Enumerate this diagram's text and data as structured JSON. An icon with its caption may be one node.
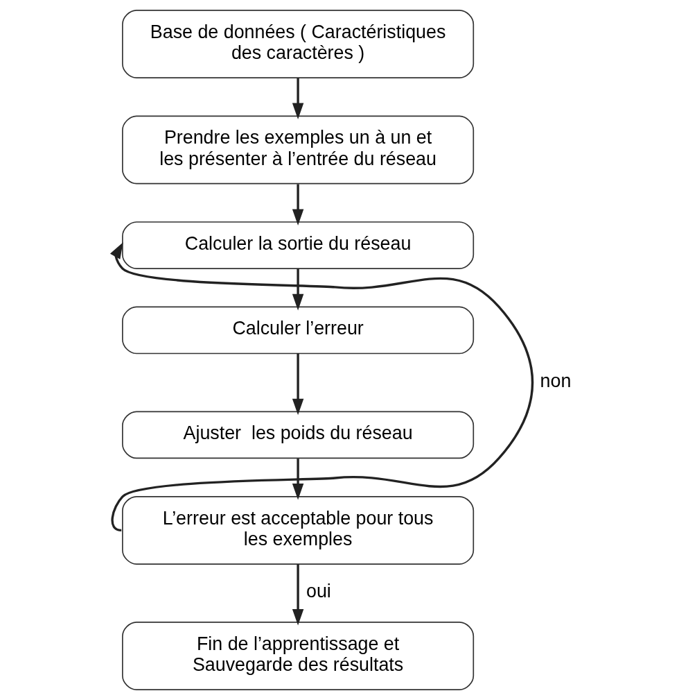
{
  "diagram": {
    "nodes": [
      {
        "text": [
          "Base de données ( Caractéristiques des caractères )"
        ]
      },
      {
        "text": [
          "Prendre les exemples un à un et les présenter à l’entrée du réseau"
        ]
      },
      {
        "text": [
          "Calculer la sortie du réseau"
        ]
      },
      {
        "text": [
          "Calculer l’erreur"
        ]
      },
      {
        "text": [
          "Ajuster  les poids du réseau"
        ]
      },
      {
        "text": [
          "L’erreur est acceptable pour tous les exemples"
        ]
      },
      {
        "text": [
          "Fin de l’apprentissage et Sauvegarde des résultats"
        ]
      }
    ],
    "edges": [
      {
        "from": 0,
        "to": 1,
        "arrow": "to"
      },
      {
        "from": 1,
        "to": 2,
        "arrow": "to"
      },
      {
        "from": 2,
        "to": 3,
        "arrow": "to"
      },
      {
        "from": 3,
        "to": 4,
        "arrow": "to"
      },
      {
        "from": 4,
        "to": 5,
        "arrow": "to"
      },
      {
        "from": 5,
        "to": 2,
        "arrow": "to",
        "label": "non"
      },
      {
        "from": 5,
        "to": 6,
        "arrow": "to",
        "label": "oui"
      }
    ]
  }
}
